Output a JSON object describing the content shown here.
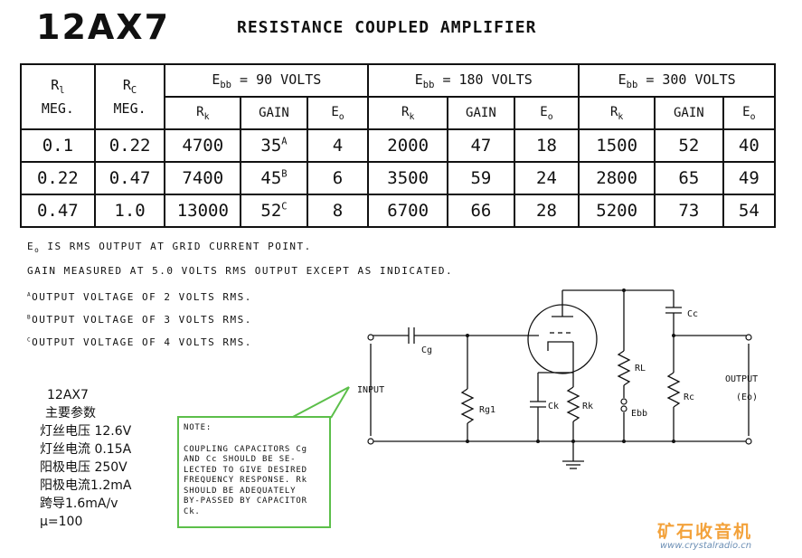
{
  "header": {
    "tube": "12AX7",
    "title": "RESISTANCE COUPLED AMPLIFIER"
  },
  "table": {
    "rl_label": "R",
    "rl_sub": "l",
    "rc_label": "R",
    "rc_sub": "C",
    "meg": "MEG.",
    "group_prefix": "E",
    "group_sub": "bb",
    "groups": [
      "= 90 VOLTS",
      "= 180 VOLTS",
      "= 300 VOLTS"
    ],
    "sub_rk": "R",
    "sub_rk_sub": "k",
    "sub_gain": "GAIN",
    "sub_eo": "E",
    "sub_eo_sub": "o",
    "rows": [
      {
        "rl": "0.1",
        "rc": "0.22",
        "cells": [
          [
            "4700",
            "35",
            "A",
            "4"
          ],
          [
            "2000",
            "47",
            "",
            "18"
          ],
          [
            "1500",
            "52",
            "",
            "40"
          ]
        ]
      },
      {
        "rl": "0.22",
        "rc": "0.47",
        "cells": [
          [
            "7400",
            "45",
            "B",
            "6"
          ],
          [
            "3500",
            "59",
            "",
            "24"
          ],
          [
            "2800",
            "65",
            "",
            "49"
          ]
        ]
      },
      {
        "rl": "0.47",
        "rc": "1.0",
        "cells": [
          [
            "13000",
            "52",
            "C",
            "8"
          ],
          [
            "6700",
            "66",
            "",
            "28"
          ],
          [
            "5200",
            "73",
            "",
            "54"
          ]
        ]
      }
    ]
  },
  "notes": {
    "eo": "IS RMS OUTPUT AT GRID CURRENT POINT.",
    "eo_prefix": "E",
    "eo_sub": "o",
    "gain": "GAIN MEASURED AT 5.0 VOLTS RMS OUTPUT EXCEPT AS INDICATED.",
    "a_mark": "A",
    "a": "OUTPUT VOLTAGE OF 2 VOLTS RMS.",
    "b_mark": "B",
    "b": "OUTPUT VOLTAGE OF 3 VOLTS RMS.",
    "c_mark": "C",
    "c": "OUTPUT VOLTAGE OF 4 VOLTS RMS."
  },
  "params": {
    "name": "12AX7",
    "heading": "主要参数",
    "lines": [
      "灯丝电压 12.6V",
      "灯丝电流 0.15A",
      "阳极电压 250V",
      "阳极电流1.2mA",
      "跨导1.6mA/v",
      "μ=100"
    ]
  },
  "note_box": {
    "title": "NOTE:",
    "lines": [
      "COUPLING CAPACITORS Cg",
      "AND Cc SHOULD BE SE-",
      "LECTED TO GIVE DESIRED",
      "FREQUENCY RESPONSE. Rk",
      "SHOULD BE ADEQUATELY",
      "BY-PASSED BY CAPACITOR",
      "Ck."
    ]
  },
  "circuit": {
    "input": "INPUT",
    "cg": "Cg",
    "rg": "Rg1",
    "ck": "Ck",
    "rk": "Rk",
    "rl": "RL",
    "ebb": "Ebb",
    "cc": "Cc",
    "rc": "Rc",
    "output": "OUTPUT",
    "eo": "(Eo)"
  },
  "watermark": {
    "text": "矿石收音机",
    "url": "www.crystalradio.cn"
  }
}
